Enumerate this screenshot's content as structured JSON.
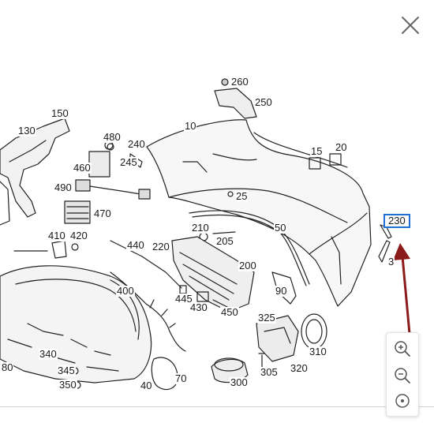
{
  "viewer": {
    "close_icon": "close-icon",
    "zoom_in_icon": "zoom-in-icon",
    "zoom_out_icon": "zoom-out-icon",
    "recenter_icon": "recenter-icon",
    "selected_callout": "230",
    "selected_color": "#1f6fd6",
    "arrow_color": "#8b1a1a"
  },
  "callouts": [
    {
      "id": "260",
      "text": "260"
    },
    {
      "id": "250",
      "text": "250"
    },
    {
      "id": "150",
      "text": "150"
    },
    {
      "id": "130",
      "text": "130"
    },
    {
      "id": "10",
      "text": "10"
    },
    {
      "id": "480",
      "text": "480"
    },
    {
      "id": "240",
      "text": "240"
    },
    {
      "id": "245",
      "text": "245"
    },
    {
      "id": "460",
      "text": "460"
    },
    {
      "id": "15",
      "text": "15"
    },
    {
      "id": "20",
      "text": "20"
    },
    {
      "id": "490",
      "text": "490"
    },
    {
      "id": "25",
      "text": "25"
    },
    {
      "id": "470",
      "text": "470"
    },
    {
      "id": "230",
      "text": "230"
    },
    {
      "id": "210",
      "text": "210"
    },
    {
      "id": "50",
      "text": "50"
    },
    {
      "id": "410",
      "text": "410"
    },
    {
      "id": "420",
      "text": "420"
    },
    {
      "id": "205",
      "text": "205"
    },
    {
      "id": "440",
      "text": "440"
    },
    {
      "id": "220",
      "text": "220"
    },
    {
      "id": "3",
      "text": "3"
    },
    {
      "id": "200",
      "text": "200"
    },
    {
      "id": "400",
      "text": "400"
    },
    {
      "id": "90",
      "text": "90"
    },
    {
      "id": "445",
      "text": "445"
    },
    {
      "id": "430",
      "text": "430"
    },
    {
      "id": "450",
      "text": "450"
    },
    {
      "id": "325",
      "text": "325"
    },
    {
      "id": "340",
      "text": "340"
    },
    {
      "id": "310",
      "text": "310"
    },
    {
      "id": "80",
      "text": "80"
    },
    {
      "id": "345",
      "text": "345"
    },
    {
      "id": "305",
      "text": "305"
    },
    {
      "id": "320",
      "text": "320"
    },
    {
      "id": "70",
      "text": "70"
    },
    {
      "id": "350",
      "text": "350"
    },
    {
      "id": "40",
      "text": "40"
    },
    {
      "id": "300",
      "text": "300"
    }
  ]
}
